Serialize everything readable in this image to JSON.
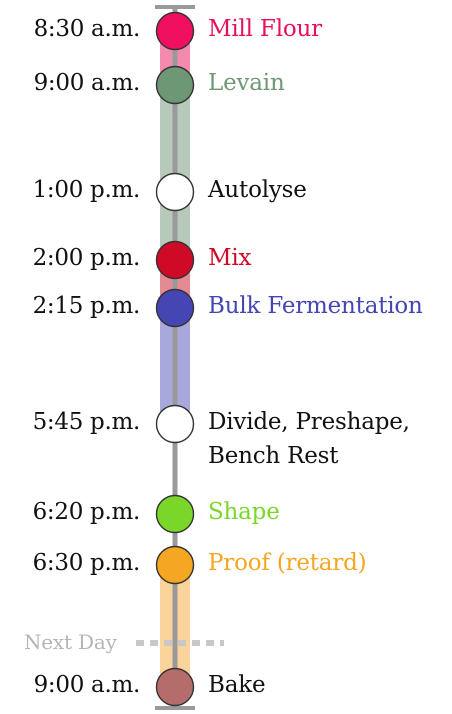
{
  "colors": {
    "axis": "#9a9a9a",
    "text": "#111111",
    "next_day": "#c8c8c8"
  },
  "events": [
    {
      "time": "8:30 a.m.",
      "label": "Mill Flour",
      "color": "#f0105f",
      "label_color": "#e8105c",
      "segment": "#f48aae"
    },
    {
      "time": "9:00 a.m.",
      "label": "Levain",
      "color": "#6e9775",
      "label_color": "#6e9775",
      "segment": "#b7c9ba"
    },
    {
      "time": "1:00 p.m.",
      "label": "Autolyse",
      "color": "#ffffff",
      "label_color": "#111111",
      "segment": "#b7c9ba"
    },
    {
      "time": "2:00 p.m.",
      "label": "Mix",
      "color": "#cf0a26",
      "label_color": "#cf0a26",
      "segment": "#e48a93"
    },
    {
      "time": "2:15 p.m.",
      "label": "Bulk Fermentation",
      "color": "#4545b3",
      "label_color": "#4545b3",
      "segment": "#a8a8dc"
    },
    {
      "time": "5:45 p.m.",
      "label": [
        "Divide, Preshape,",
        "Bench Rest"
      ],
      "color": "#ffffff",
      "label_color": "#111111",
      "segment": null
    },
    {
      "time": "6:20 p.m.",
      "label": "Shape",
      "color": "#7ad72a",
      "label_color": "#7ad72a",
      "segment": null
    },
    {
      "time": "6:30 p.m.",
      "label": "Proof (retard)",
      "color": "#f5a623",
      "label_color": "#f5a623",
      "segment": "#fbd49c"
    },
    {
      "time": "9:00 a.m.",
      "label": "Bake",
      "color": "#b56d6c",
      "label_color": "#111111",
      "segment": null
    }
  ],
  "next_day_label": "Next Day"
}
